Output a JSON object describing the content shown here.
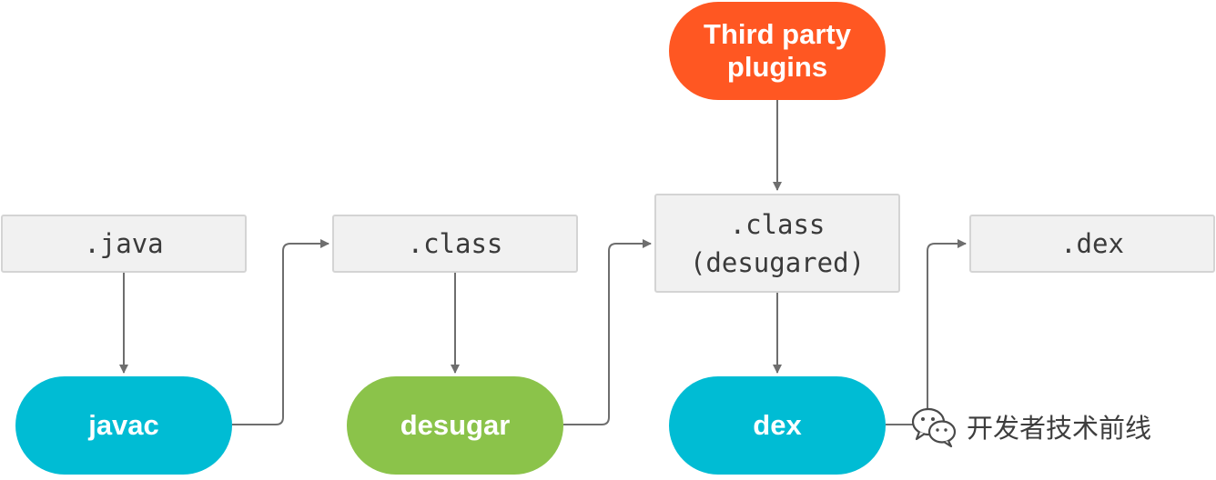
{
  "diagram": {
    "files": {
      "java": ".java",
      "class": ".class",
      "desugared": ".class\n(desugared)",
      "dex": ".dex"
    },
    "tools": {
      "javac": "javac",
      "desugar": "desugar",
      "dex": "dex",
      "plugins": "Third party\nplugins"
    },
    "colors": {
      "tool_teal": "#00bcd4",
      "tool_green": "#8bc34a",
      "tool_orange": "#ff5722",
      "file_fill": "#f1f1f1",
      "connector": "#6e6e6e"
    }
  },
  "watermark": {
    "text": "开发者技术前线",
    "icon": "wechat-icon"
  }
}
